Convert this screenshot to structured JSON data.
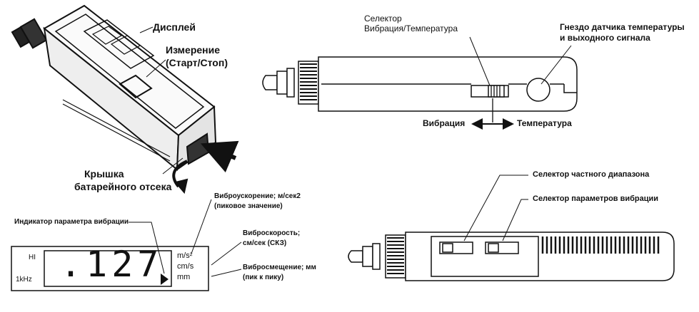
{
  "device_view": {
    "display_label": "Дисплей",
    "measure_label_line1": "Измерение",
    "measure_label_line2": "(Старт/Стоп)",
    "battery_label_line1": "Крышка",
    "battery_label_line2": "батарейного отсека"
  },
  "top_schematic": {
    "selector_label_line1": "Селектор",
    "selector_label_line2": "Вибрация/Температура",
    "socket_label_line1": "Гнездо датчика температуры",
    "socket_label_line2": "и выходного сигнала",
    "left_direction": "Вибрация",
    "right_direction": "Температура"
  },
  "display_panel": {
    "indicator_label": "Индикатор параметра вибрации",
    "hi_label": "HI",
    "freq_label": "1kHz",
    "reading": ".127",
    "unit_accel": "m/s²",
    "unit_velocity": "cm/s",
    "unit_displacement": "mm",
    "accel_desc_line1": "Виброускорение; м/сек2",
    "accel_desc_line2": "(пиковое значение)",
    "velocity_desc_line1": "Виброскорость;",
    "velocity_desc_line2": "см/сек (СКЗ)",
    "displacement_desc_line1": "Виброcмещение; мм",
    "displacement_desc_line2": "(пик к пику)"
  },
  "bottom_schematic": {
    "range_selector_label": "Селектор частного диапазона",
    "param_selector_label": "Селектор параметров вибрации"
  }
}
